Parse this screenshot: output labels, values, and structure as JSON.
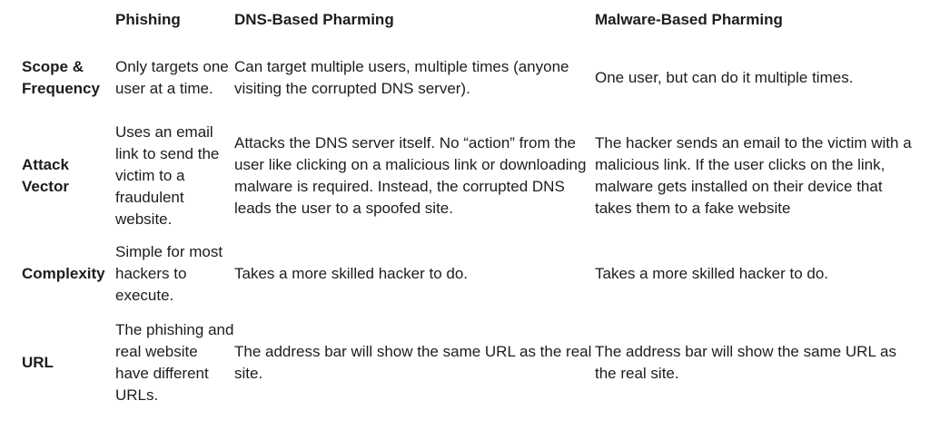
{
  "table": {
    "headers": [
      "",
      "Phishing",
      "DNS-Based Pharming",
      "Malware-Based Pharming"
    ],
    "rows": [
      {
        "label": "Scope & Frequency",
        "phishing": "Only targets one user at a time.",
        "dns": "Can target multiple users, multiple times (anyone visiting the corrupted DNS server).",
        "malware": "One user, but can do it multiple times."
      },
      {
        "label": "Attack Vector",
        "phishing": "Uses an email link to send the victim to a fraudulent website.",
        "dns": "Attacks the DNS server itself. No “action” from the user like clicking on a malicious link or downloading malware is required. Instead, the corrupted DNS leads the user to a spoofed site.",
        "malware": "The hacker sends an email to the victim with a malicious link. If the user clicks on the link, malware gets installed on their device that takes them to a fake website"
      },
      {
        "label": "Complexity",
        "phishing": "Simple for most hackers to execute.",
        "dns": "Takes a more skilled hacker to do.",
        "malware": "Takes a more skilled hacker to do."
      },
      {
        "label": "URL",
        "phishing": "The phishing and real website have different URLs.",
        "dns": "The address bar will show the same URL as the real site.",
        "malware": "The address bar will show the same URL as the real site."
      }
    ]
  }
}
